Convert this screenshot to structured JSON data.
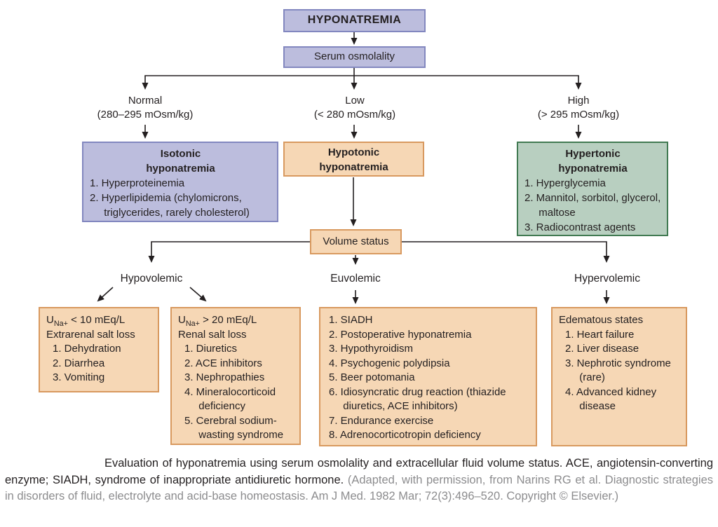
{
  "colors": {
    "purple_fill": "#bcbddd",
    "purple_border": "#8287bf",
    "orange_fill": "#f6d7b5",
    "orange_border": "#d8995f",
    "green_fill": "#b8cfc0",
    "green_border": "#417a52",
    "line_color": "#231f20",
    "credit_gray": "#8c8c8e"
  },
  "flow": {
    "root": "HYPONATREMIA",
    "osmolality": "Serum osmolality"
  },
  "osmolality_branches": [
    {
      "label": "Normal",
      "range": "(280–295 mOsm/kg)"
    },
    {
      "label": "Low",
      "range": "(< 280 mOsm/kg)"
    },
    {
      "label": "High",
      "range": "(> 295 mOsm/kg)"
    }
  ],
  "tonicity": {
    "isotonic": {
      "title_line1": "Isotonic",
      "title_line2": "hyponatremia",
      "items": [
        "1. Hyperproteinemia",
        "2. Hyperlipidemia (chylomicrons, triglycerides, rarely cholesterol)"
      ]
    },
    "hypotonic": {
      "title_line1": "Hypotonic",
      "title_line2": "hyponatremia"
    },
    "hypertonic": {
      "title_line1": "Hypertonic",
      "title_line2": "hyponatremia",
      "items": [
        "1. Hyperglycemia",
        "2. Mannitol, sorbitol, glycerol, maltose",
        "3. Radiocontrast agents"
      ]
    }
  },
  "volume_status": {
    "label": "Volume status",
    "branches": [
      "Hypovolemic",
      "Euvolemic",
      "Hypervolemic"
    ]
  },
  "hypovolemic": {
    "extrarenal": {
      "una_u": "U",
      "una_sub": "Na+",
      "una_rest": " < 10 mEq/L",
      "subtitle": "Extrarenal salt loss",
      "items": [
        "1. Dehydration",
        "2. Diarrhea",
        "3. Vomiting"
      ]
    },
    "renal": {
      "una_u": "U",
      "una_sub": "Na+",
      "una_rest": " > 20 mEq/L",
      "subtitle": "Renal salt loss",
      "items": [
        "1. Diuretics",
        "2. ACE inhibitors",
        "3. Nephropathies",
        "4. Mineralocorticoid deficiency",
        "5. Cerebral sodium-wasting syndrome"
      ]
    }
  },
  "euvolemic_causes": {
    "items": [
      "1. SIADH",
      "2. Postoperative hyponatremia",
      "3. Hypothyroidism",
      "4. Psychogenic polydipsia",
      "5. Beer potomania",
      "6. Idiosyncratic drug reaction (thiazide diuretics, ACE inhibitors)",
      "7. Endurance exercise",
      "8. Adrenocorticotropin deficiency"
    ]
  },
  "hypervolemic_causes": {
    "title": "Edematous states",
    "items": [
      "1. Heart failure",
      "2. Liver disease",
      "3. Nephrotic syndrome (rare)",
      "4. Advanced kidney disease"
    ]
  },
  "caption": {
    "main": "Evaluation of hyponatremia using serum osmolality and extracellular fluid volume status. ACE, angiotensin-converting enzyme; SIADH, syndrome of inappropriate antidiuretic hormone. ",
    "credit": "(Adapted, with permission, from Narins RG et al. Diagnostic strategies in disorders of fluid, electrolyte and acid-base homeostasis. Am J Med. 1982 Mar; 72(3):496–520. Copyright © Elsevier.)"
  }
}
